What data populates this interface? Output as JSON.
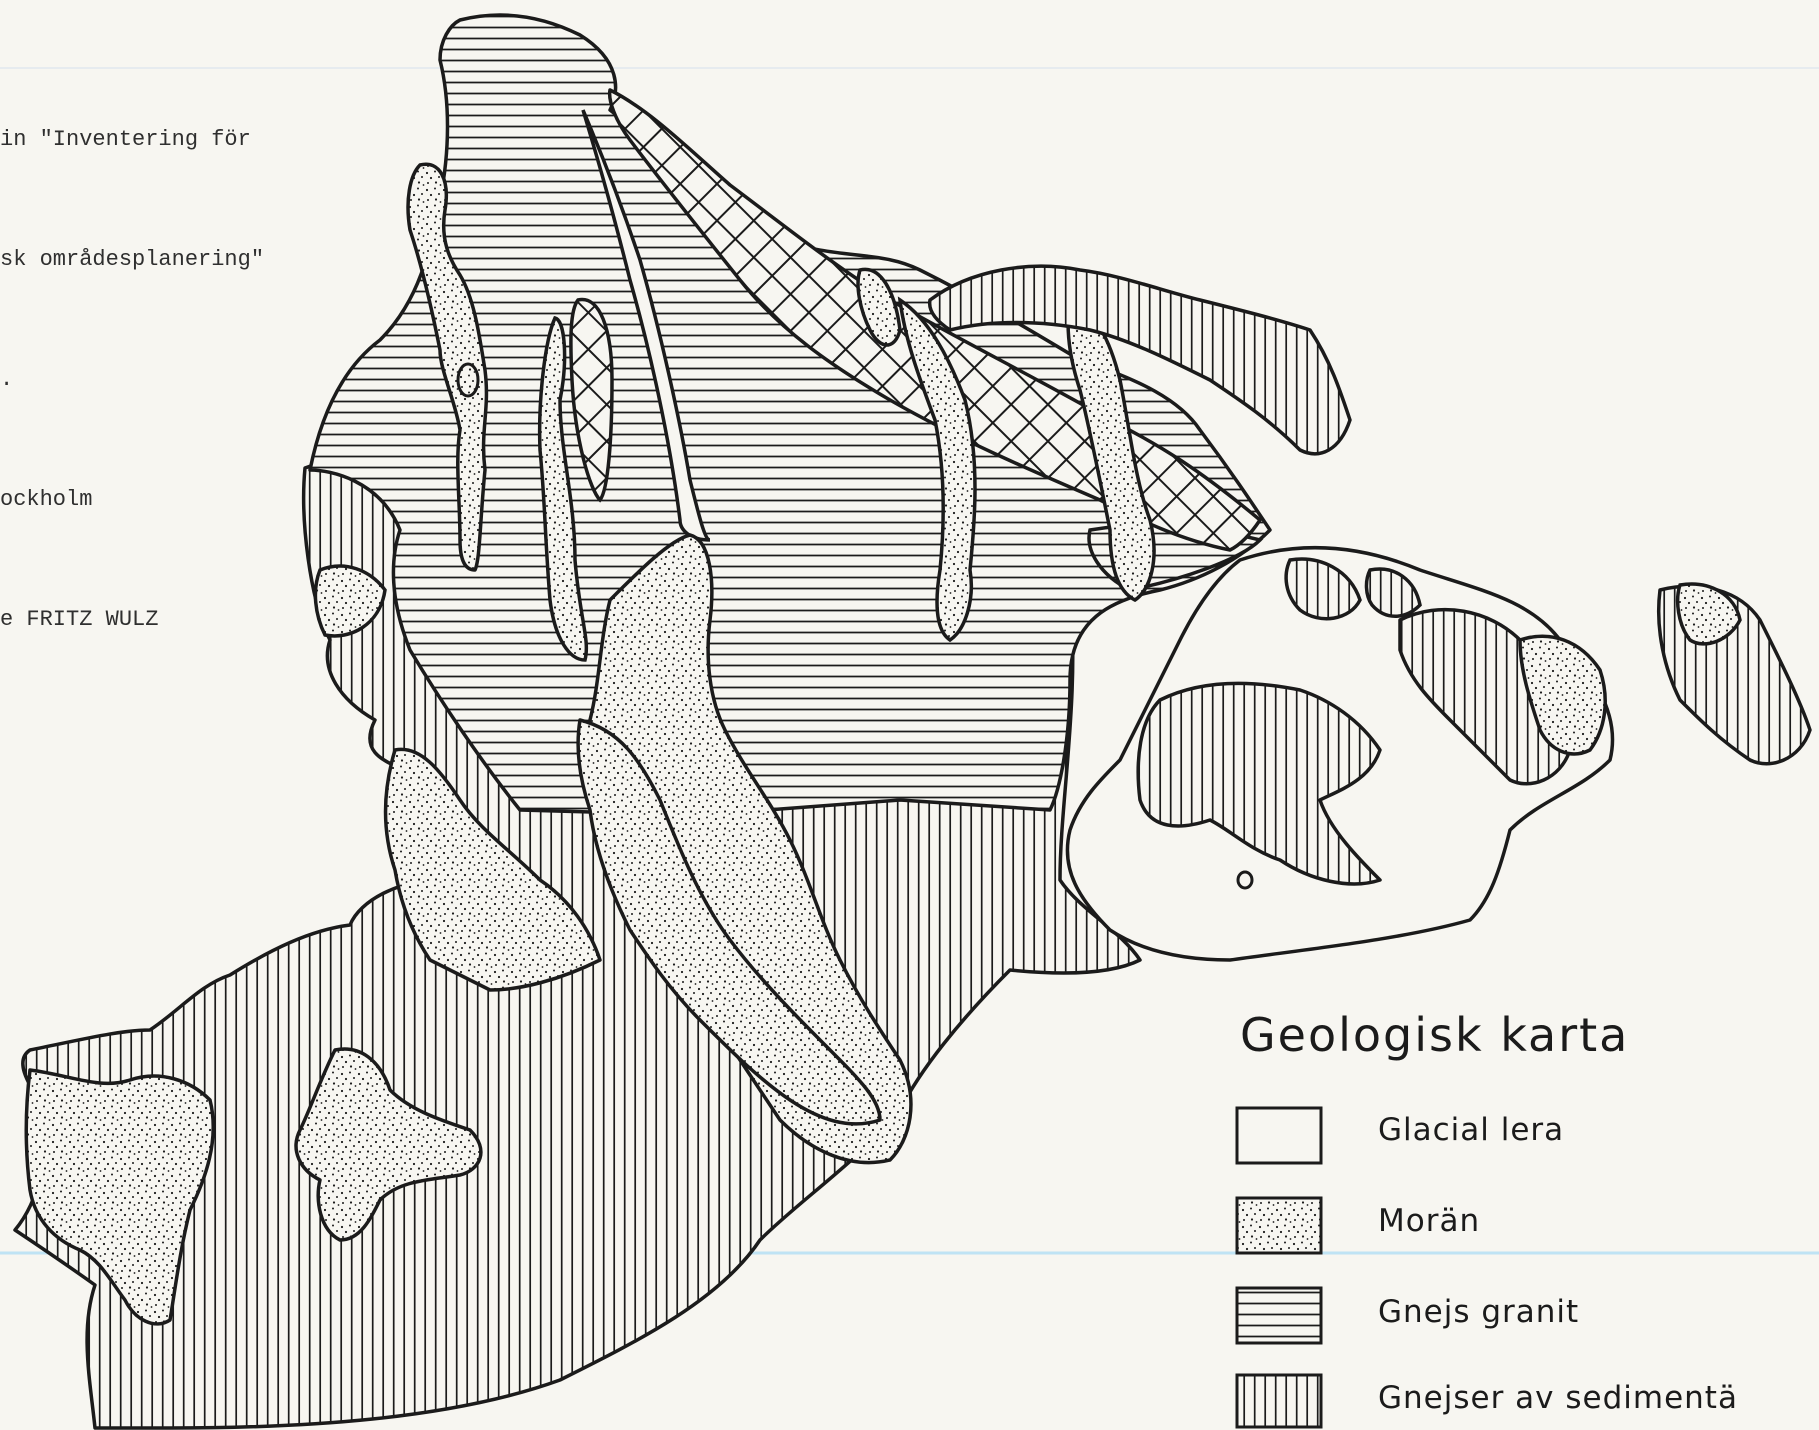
{
  "document_note": {
    "lines": [
      "in \"Inventering för",
      "sk områdesplanering\"",
      ".",
      "ockholm",
      "e FRITZ WULZ"
    ]
  },
  "legend": {
    "title": "Geologisk karta",
    "items": [
      {
        "label": "Glacial lera",
        "pattern": "blank"
      },
      {
        "label": "Morän",
        "pattern": "dots"
      },
      {
        "label": "Gnejs granit",
        "pattern": "horizontal-lines"
      },
      {
        "label": "Gnejser av sedimentä",
        "pattern": "vertical-lines"
      }
    ]
  },
  "colors": {
    "paper": "#f7f6f1",
    "ink": "#1b1b1b",
    "scanline": "#bfe3f4"
  }
}
